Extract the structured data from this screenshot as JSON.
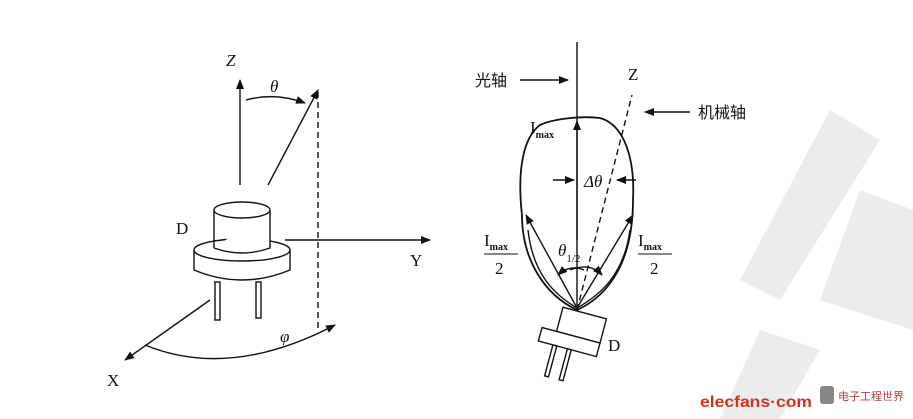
{
  "left_diagram": {
    "axis_z": "Z",
    "axis_y": "Y",
    "axis_x": "X",
    "angle_theta": "θ",
    "angle_phi": "φ",
    "device": "D"
  },
  "right_diagram": {
    "optical_axis": "光轴",
    "mechanical_axis": "机械轴",
    "axis_z": "Z",
    "i_max": "I",
    "i_max_sub": "max",
    "delta_theta": "Δθ",
    "half_angle": "θ",
    "half_angle_sub": "1/2",
    "half_num": "I",
    "half_num_sub": "max",
    "half_den": "2",
    "device": "D"
  },
  "watermark": {
    "brand": "elecfans·com",
    "brand_color": "#d2321e",
    "partner": "电子工程世界"
  }
}
